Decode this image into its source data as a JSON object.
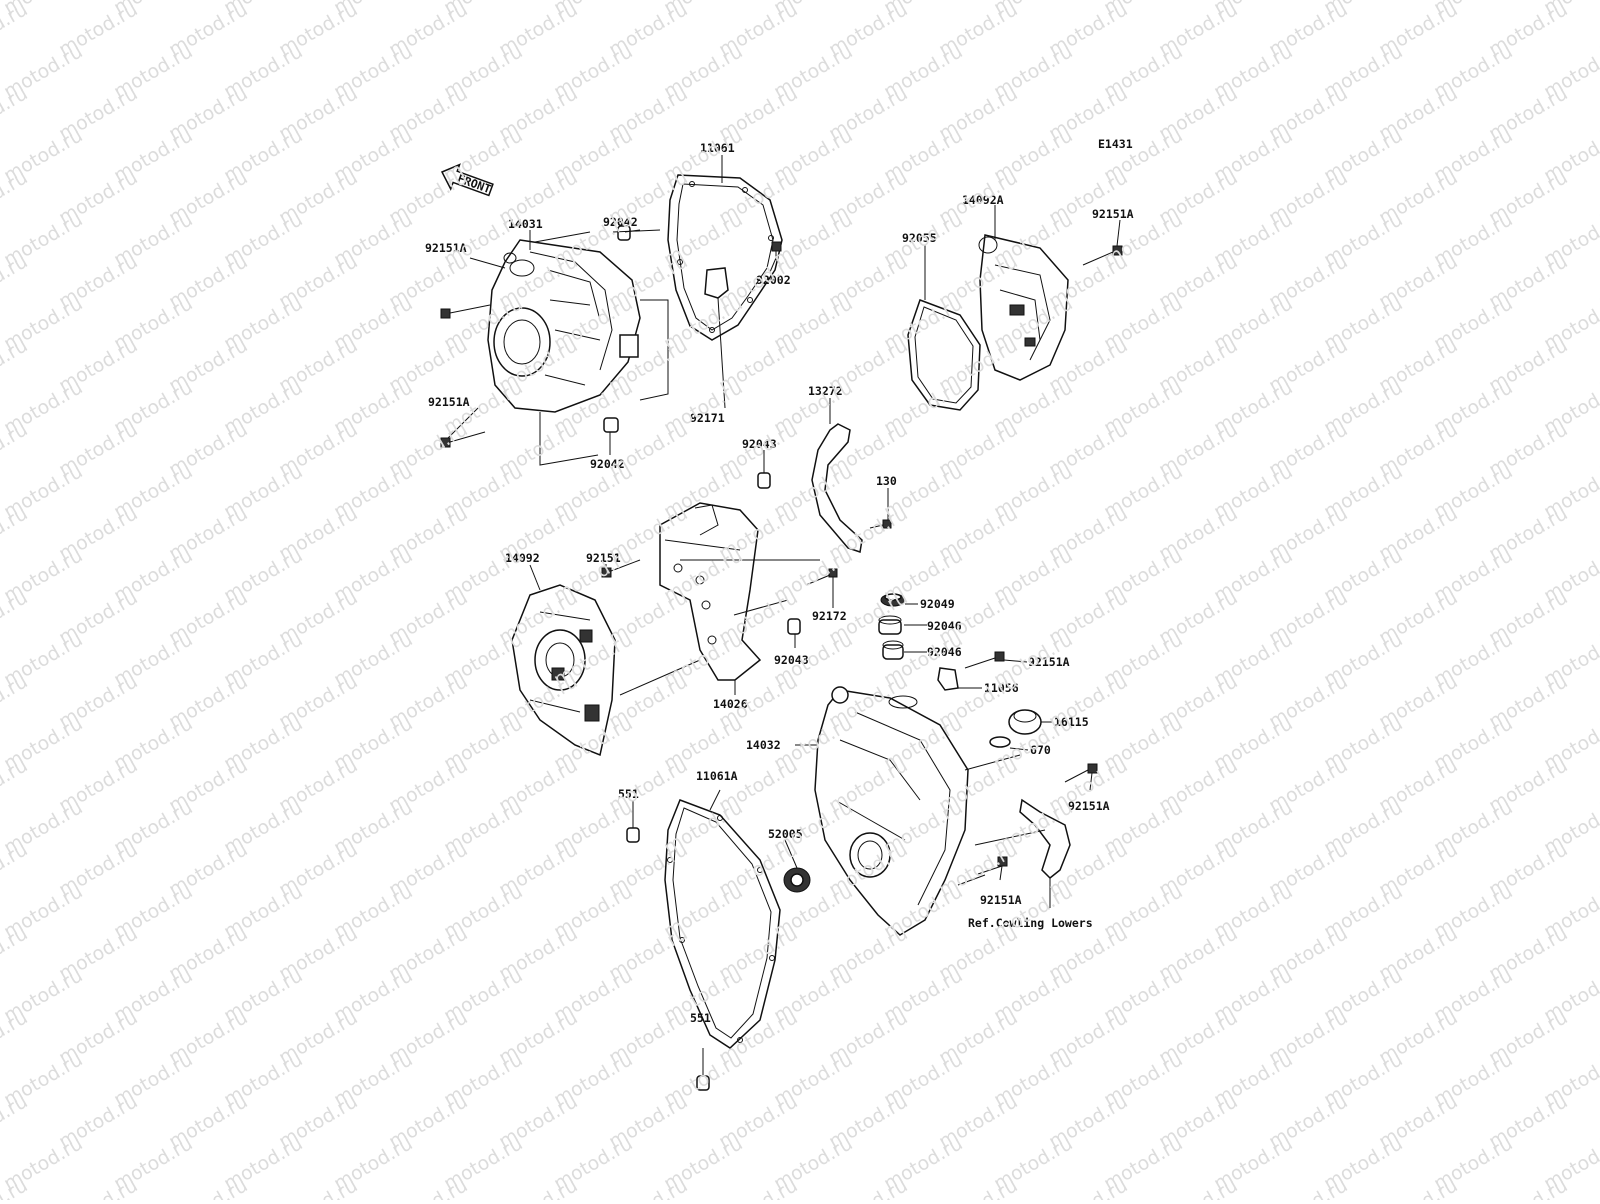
{
  "diagram": {
    "code": "E1431",
    "arrow_text": "FRONT",
    "watermark": "motod.ru",
    "ref_note": "Ref.Cowling Lowers",
    "labels": {
      "p11061": "11061",
      "p14031": "14031",
      "p92042a": "92042",
      "p92151a_1": "92151A",
      "p92002": "92002",
      "p92171": "92171",
      "p92151a_2": "92151A",
      "p92042b": "92042",
      "p14092a": "14092A",
      "p92151a_3": "92151A",
      "p92055": "92055",
      "p13272": "13272",
      "p92043a": "92043",
      "p130": "130",
      "p92151": "92151",
      "p14092": "14092",
      "p92172": "92172",
      "p92043b": "92043",
      "p14026": "14026",
      "p92049": "92049",
      "p92046a": "92046",
      "p92046b": "92046",
      "p92151a_4": "92151A",
      "p11056": "11056",
      "p16115": "16115",
      "p14032": "14032",
      "p670": "670",
      "p551a": "551",
      "p11061a": "11061A",
      "p92151a_5": "92151A",
      "p52005": "52005",
      "p92151a_6": "92151A",
      "p551b": "551"
    }
  }
}
